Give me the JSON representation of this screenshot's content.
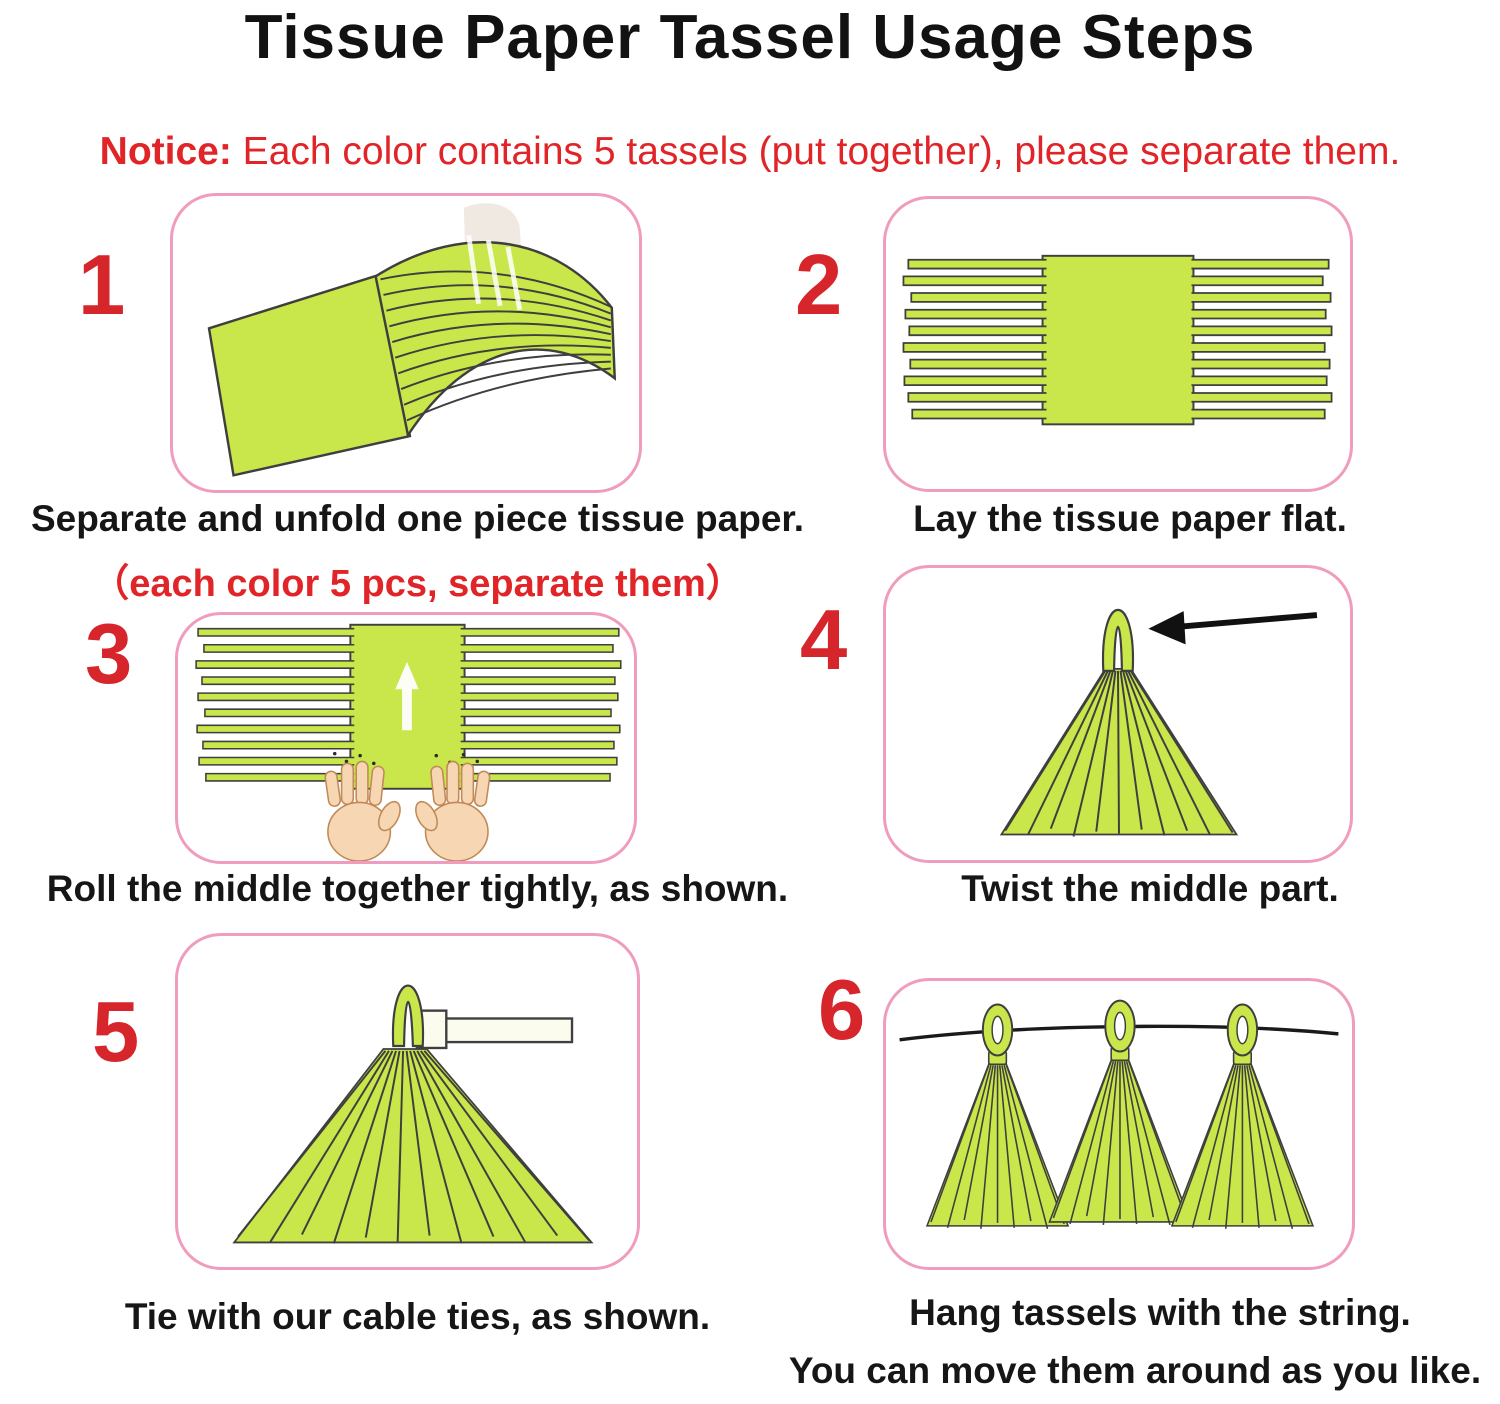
{
  "title": "Tissue Paper Tassel Usage Steps",
  "notice": {
    "prefix": "Notice:",
    "text": " Each color contains 5 tassels (put together), please separate them."
  },
  "steps": [
    {
      "number": "1",
      "caption": "Separate and unfold one piece tissue paper.",
      "note": "（each color 5 pcs, separate them）"
    },
    {
      "number": "2",
      "caption": "Lay the tissue paper flat."
    },
    {
      "number": "3",
      "caption": "Roll the middle together tightly, as shown."
    },
    {
      "number": "4",
      "caption": "Twist the middle part."
    },
    {
      "number": "5",
      "caption": "Tie with our cable ties, as shown."
    },
    {
      "number": "6",
      "caption": "Hang tassels with the string.",
      "note": "You can move them around as you like."
    }
  ],
  "colors": {
    "tissue_green": "#c9e64a",
    "box_border_pink": "#f09cbe",
    "accent_red": "#e02427",
    "outline": "#3f3f3f"
  }
}
